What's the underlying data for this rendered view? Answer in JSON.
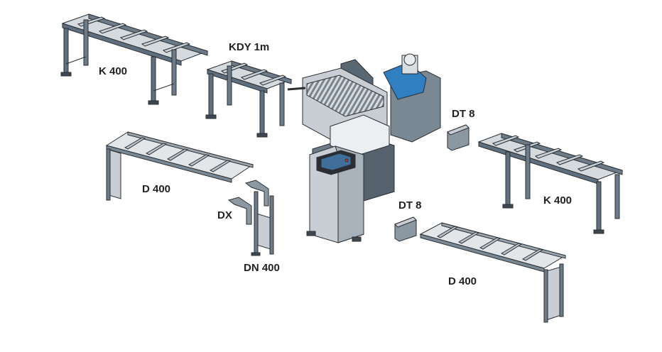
{
  "labels": {
    "k400_left": "K 400",
    "kdy": "KDY 1m",
    "dt8_top": "DT 8",
    "d400_left": "D 400",
    "k400_right": "K 400",
    "dx": "DX",
    "dt8_bottom": "DT 8",
    "dn400": "DN 400",
    "d400_right": "D 400"
  },
  "colors": {
    "frame": "#5f6f7e",
    "frame_dark": "#3d4852",
    "roller": "#c9d1d8",
    "sheet": "#c8ced4",
    "accent_blue": "#2f7fc1",
    "line": "#2b2f33"
  }
}
